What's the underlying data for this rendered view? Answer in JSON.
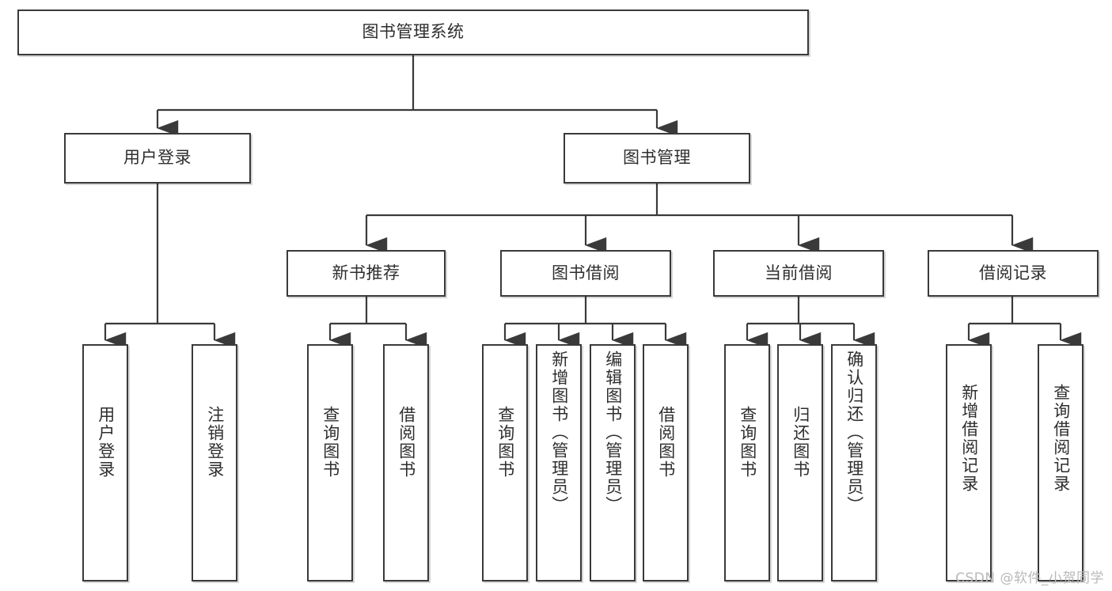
{
  "diagram": {
    "type": "tree",
    "title": "图书管理系统",
    "watermark": "CSDN @软件_小贺同学",
    "colors": {
      "box_border": "#3a3a3a",
      "box_fill": "#ffffff",
      "text": "#2e2e2e",
      "connector": "#3a3a3a",
      "watermark": "#b9b9b9"
    },
    "levels": {
      "root": {
        "label": "图书管理系统"
      },
      "level2": [
        {
          "label": "用户登录"
        },
        {
          "label": "图书管理"
        }
      ],
      "level3": [
        {
          "label": "新书推荐"
        },
        {
          "label": "图书借阅"
        },
        {
          "label": "当前借阅"
        },
        {
          "label": "借阅记录"
        }
      ],
      "leaves": {
        "user_login": [
          {
            "label": "用户登录"
          },
          {
            "label": "注销登录"
          }
        ],
        "new_book_recommend": [
          {
            "label": "查询图书"
          },
          {
            "label": "借阅图书"
          }
        ],
        "book_borrow": [
          {
            "label": "查询图书"
          },
          {
            "label": "新增图书（管理员）"
          },
          {
            "label": "编辑图书（管理员）"
          },
          {
            "label": "借阅图书"
          }
        ],
        "current_borrow": [
          {
            "label": "查询图书"
          },
          {
            "label": "归还图书"
          },
          {
            "label": "确认归还（管理员）"
          }
        ],
        "borrow_record": [
          {
            "label": "新增借阅记录"
          },
          {
            "label": "查询借阅记录"
          }
        ]
      }
    }
  }
}
